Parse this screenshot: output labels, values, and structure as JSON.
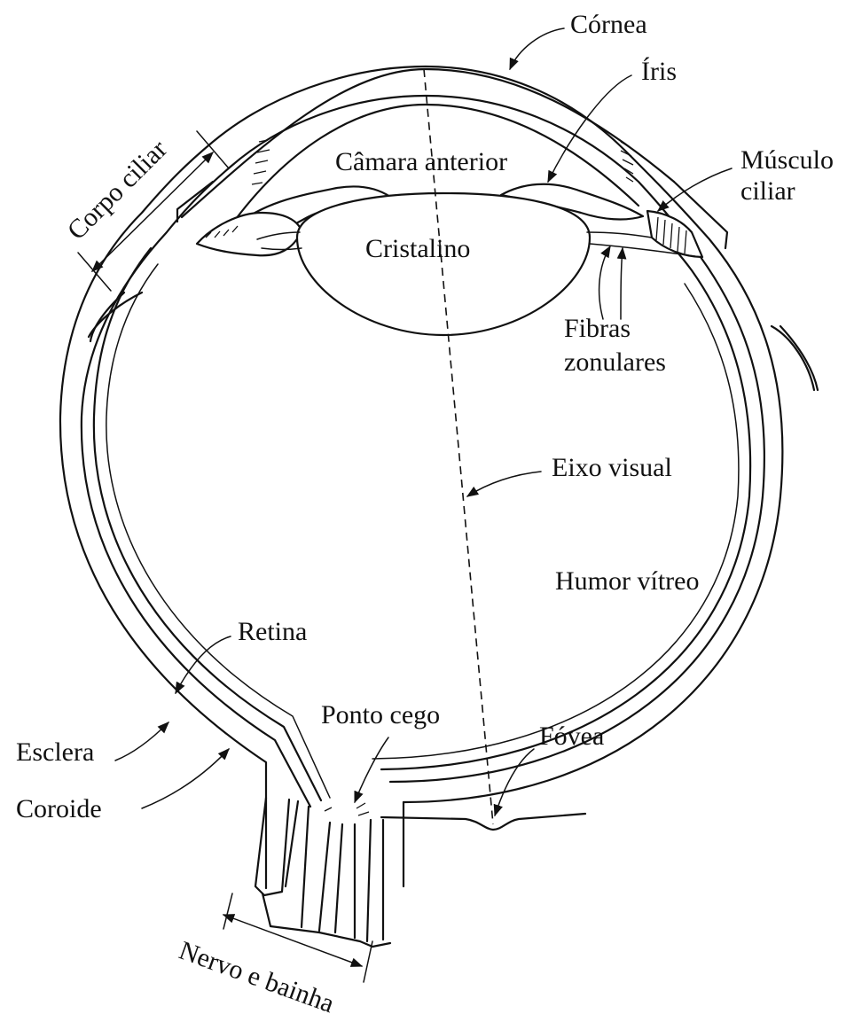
{
  "diagram": {
    "labels": {
      "cornea": "Córnea",
      "iris": "Íris",
      "ciliary_body": "Corpo ciliar",
      "anterior_chamber": "Câmara anterior",
      "ciliary_muscle_1": "Músculo",
      "ciliary_muscle_2": "ciliar",
      "lens": "Cristalino",
      "zonular_fibers_1": "Fibras",
      "zonular_fibers_2": "zonulares",
      "visual_axis": "Eixo visual",
      "vitreous_humor": "Humor vítreo",
      "retina": "Retina",
      "blind_spot": "Ponto cego",
      "fovea": "Fóvea",
      "sclera": "Esclera",
      "choroid": "Coroide",
      "nerve_sheath": "Nervo e bainha"
    }
  }
}
